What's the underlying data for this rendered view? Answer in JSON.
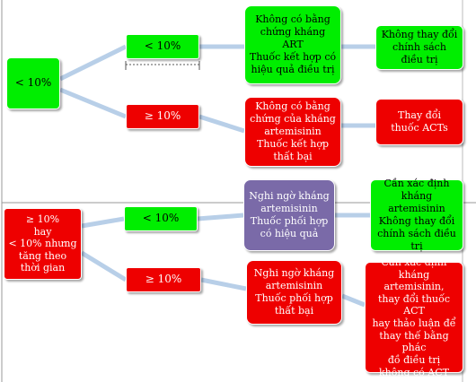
{
  "diagram": {
    "colors": {
      "green": "#00ee00",
      "red": "#ee0000",
      "purple": "#7a6aa8",
      "connector": "#b8cfe8",
      "divider": "#999999"
    },
    "nodes": {
      "root_top": "< 10%",
      "top_branch_low": "< 10%",
      "top_branch_high": "≥ 10%",
      "top_result_effective": "Không có bằng\nchứng kháng ART\nThuốc kết hợp có\nhiệu quả điều trị",
      "top_result_failure": "Không có bằng\nchứng của kháng\nartemisinin\nThuốc kết hợp\nthất bại",
      "top_action_keep": "Không thay đổi\nchính sách\nđiều trị",
      "top_action_change": "Thay đổi\nthuốc ACTs",
      "root_bottom": "≥ 10%\nhay\n< 10% nhưng\ntăng theo\nthời gian",
      "bottom_branch_low": "< 10%",
      "bottom_branch_high": "≥ 10%",
      "bottom_result_effective": "Nghi ngờ kháng\nartemisinin\nThuốc phối hợp\ncó hiệu quả",
      "bottom_result_failure": "Nghi ngờ kháng\nartemisinin\nThuốc phối hợp\nthất bại",
      "bottom_action_confirm": "Cần xác định\nkháng artemisinin\nKhông thay đổi\nchính sách điều trị",
      "bottom_action_change": "Cần xác định\nkháng artemisinin,\nthay đổi thuốc ACT\nhay thảo luận để\nthay thế bằng phác\nđồ điều trị\nkhông có ACT"
    }
  }
}
